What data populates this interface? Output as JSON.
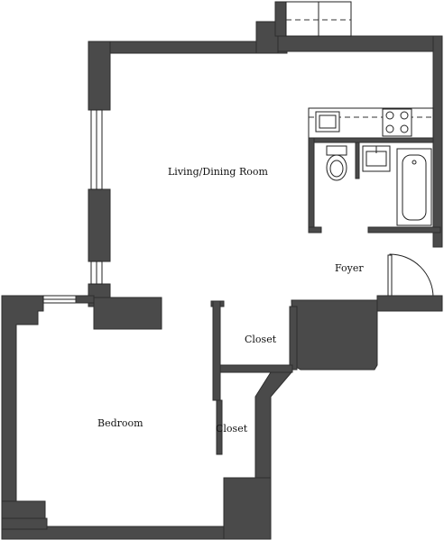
{
  "rooms": {
    "living_dining": "Living/Dining Room",
    "foyer": "Foyer",
    "closet_upper": "Closet",
    "bedroom": "Bedroom",
    "closet_lower": "Closet"
  },
  "colors": {
    "wall": "#4a4a4a",
    "line": "#222222",
    "background": "#ffffff"
  }
}
